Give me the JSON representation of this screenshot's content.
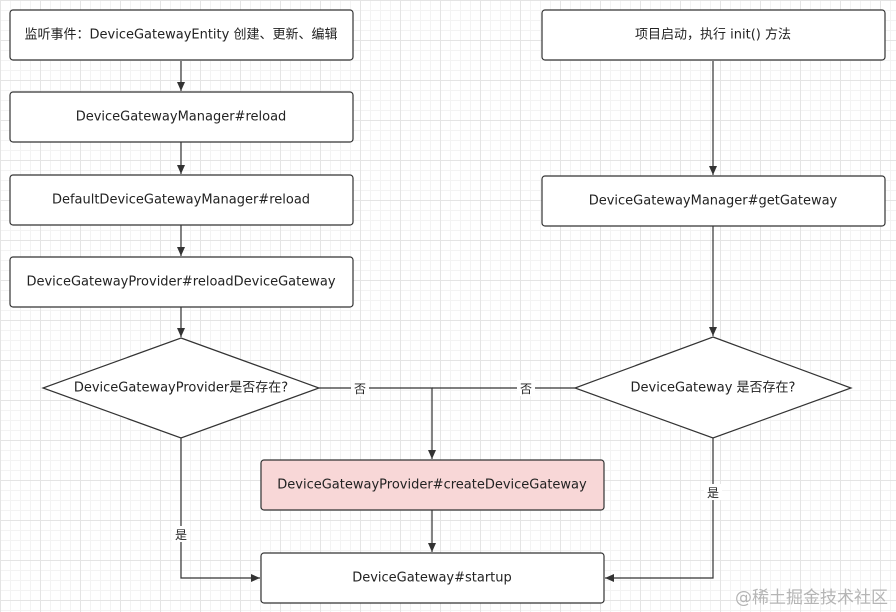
{
  "diagram": {
    "nodes": {
      "listen": "监听事件：DeviceGatewayEntity 创建、更新、编辑",
      "manager_reload": "DeviceGatewayManager#reload",
      "default_reload": "DefaultDeviceGatewayManager#reload",
      "provider_reload": "DeviceGatewayProvider#reloadDeviceGateway",
      "provider_exists": "DeviceGatewayProvider是否存在?",
      "create": "DeviceGatewayProvider#createDeviceGateway",
      "startup": "DeviceGateway#startup",
      "init": "项目启动，执行 init() 方法",
      "get_gateway": "DeviceGatewayManager#getGateway",
      "gateway_exists": "DeviceGateway 是否存在?"
    },
    "edge_labels": {
      "left_no": "否",
      "right_no": "否",
      "left_yes": "是",
      "right_yes": "是"
    },
    "colors": {
      "node_fill": "#ffffff",
      "highlight_fill": "#f8d7d7",
      "stroke": "#333333"
    }
  },
  "watermark": "@稀土掘金技术社区"
}
